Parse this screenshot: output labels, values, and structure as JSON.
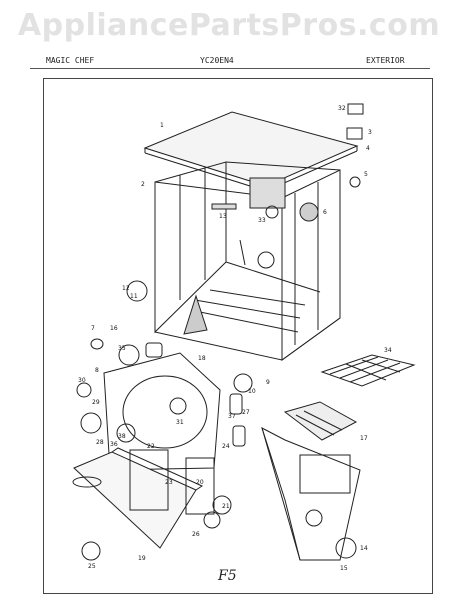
{
  "watermark": "AppliancePartsPros.com",
  "header": {
    "brand": "MAGIC CHEF",
    "model": "YC20EN4",
    "section": "EXTERIOR"
  },
  "callouts": [
    "1",
    "2",
    "3",
    "4",
    "5",
    "6",
    "7",
    "8",
    "9",
    "10",
    "11",
    "12",
    "13",
    "14",
    "15",
    "16",
    "17",
    "18",
    "19",
    "20",
    "21",
    "22",
    "23",
    "24",
    "25",
    "26",
    "27",
    "28",
    "29",
    "30",
    "31",
    "32",
    "33",
    "34",
    "35",
    "36",
    "37",
    "38"
  ],
  "page_mark": "F5"
}
